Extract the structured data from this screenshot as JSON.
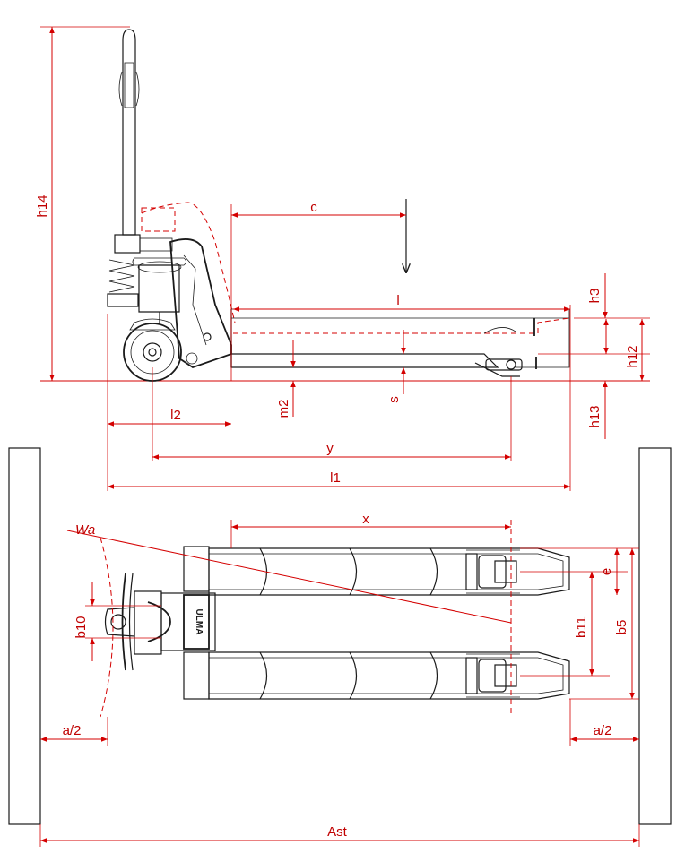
{
  "labels": {
    "h14": "h14",
    "c": "c",
    "l": "l",
    "h3": "h3",
    "h12": "h12",
    "h13": "h13",
    "m2": "m2",
    "s": "s",
    "l2": "l2",
    "y": "y",
    "l1": "l1",
    "x": "x",
    "wa": "Wa",
    "e": "e",
    "b11": "b11",
    "b5": "b5",
    "b10": "b10",
    "a2_left": "a/2",
    "a2_right": "a/2",
    "ast": "Ast",
    "brand": "ULMA"
  },
  "colors": {
    "dimension": "#d40000",
    "outline": "#1a1a1a",
    "background": "#ffffff"
  }
}
